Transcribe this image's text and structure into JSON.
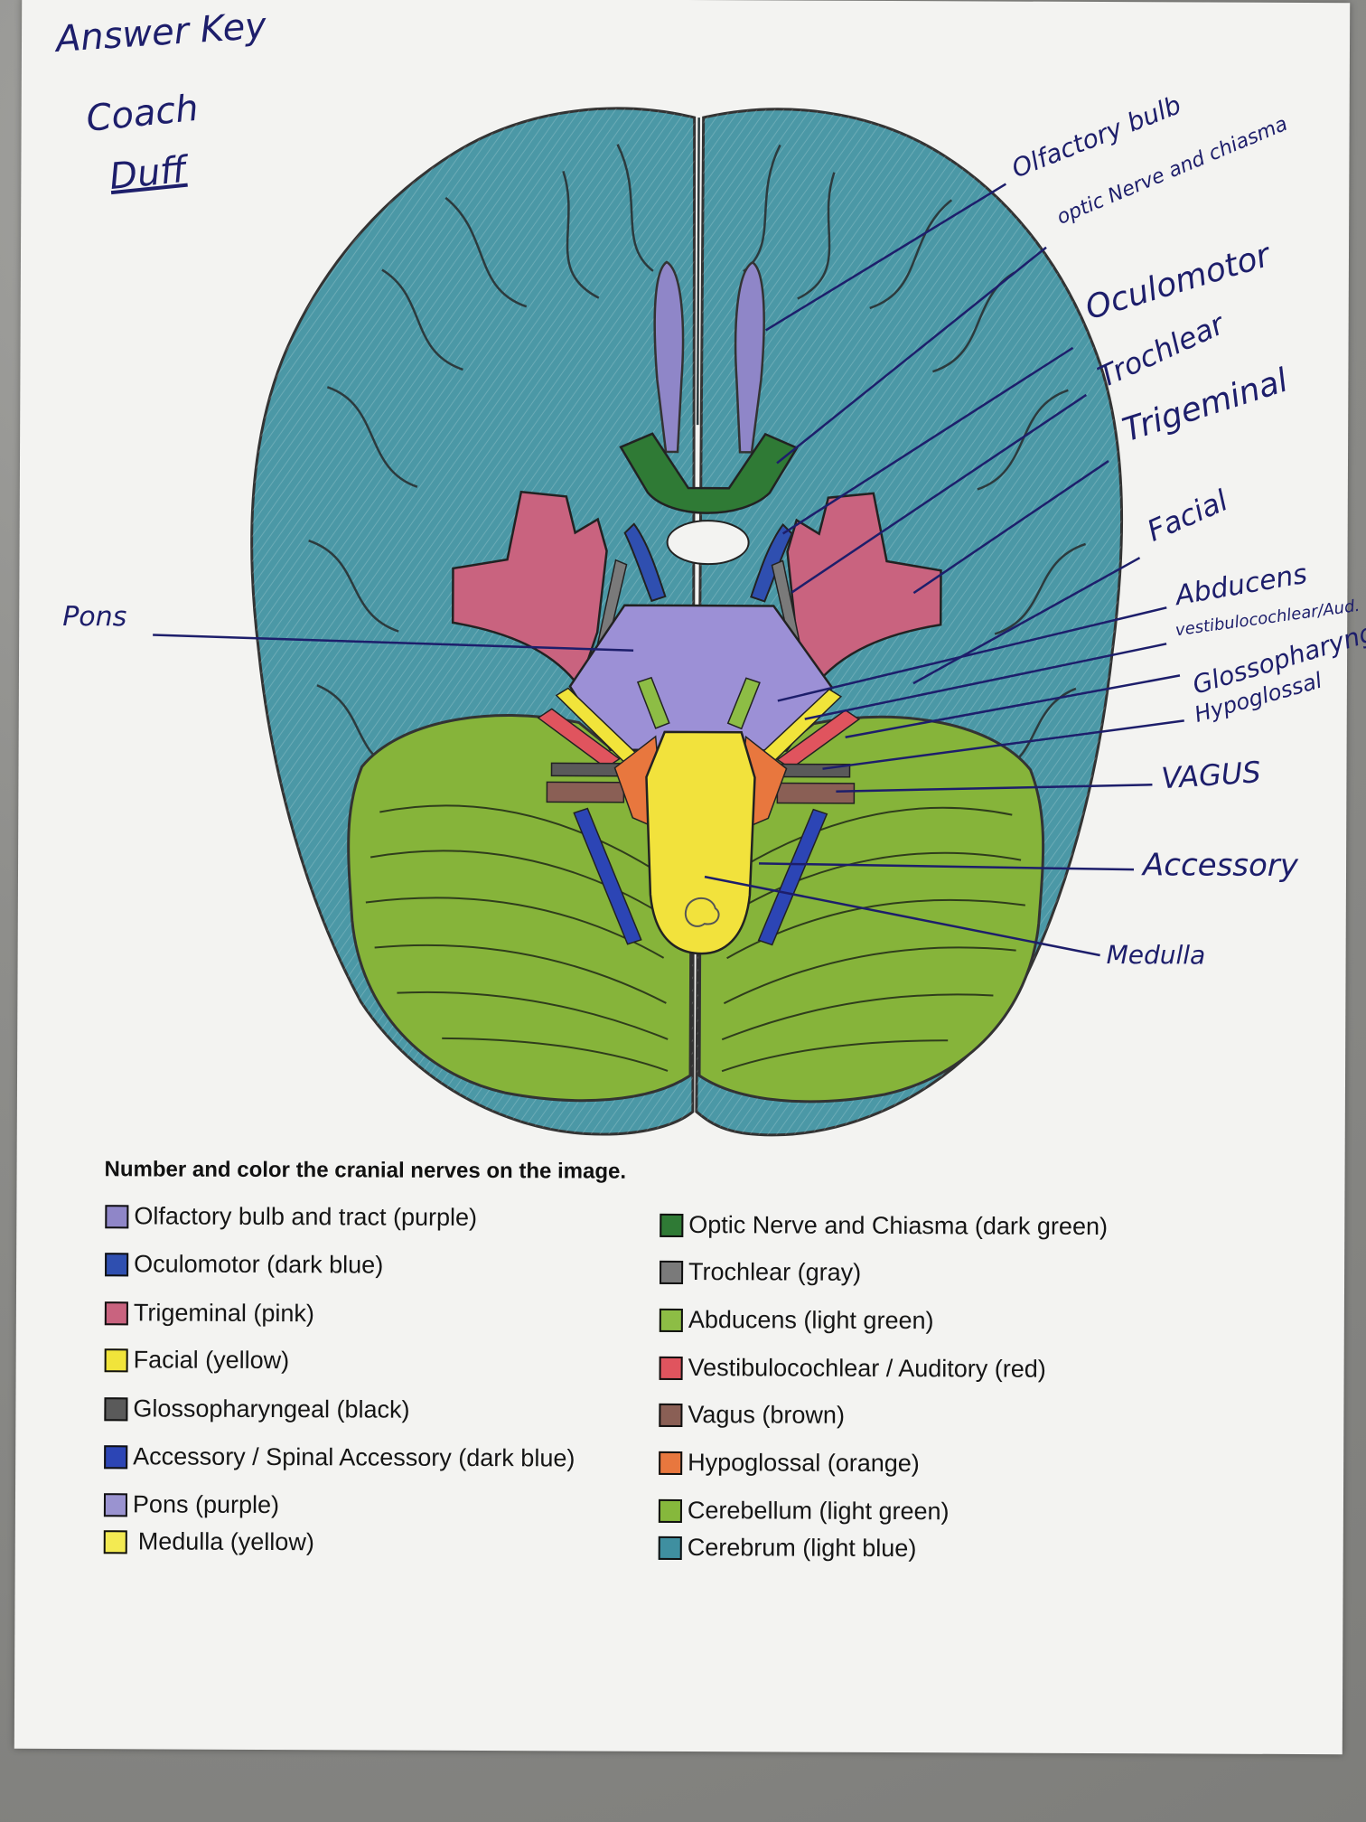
{
  "handwritten_header": {
    "line1": "Answer Key",
    "line2": "Coach",
    "line3": "Duff"
  },
  "callouts": {
    "olfactory": "Olfactory bulb",
    "optic": "optic Nerve and chiasma",
    "oculomotor": "Oculomotor",
    "trochlear": "Trochlear",
    "trigeminal": "Trigeminal",
    "facial": "Facial",
    "abducens": "Abducens",
    "vestibulocochlear": "vestibulocochlear/Aud.",
    "glossopharyngeal": "Glossopharyngeal",
    "hypoglossal": "Hypoglossal",
    "vagus": "VAGUS",
    "accessory": "Accessory",
    "medulla": "Medulla",
    "pons": "Pons"
  },
  "legend": {
    "heading": "Number and color  the cranial nerves on the image.",
    "left": [
      {
        "label": "Olfactory bulb and tract (purple)",
        "color": "#8f86c8"
      },
      {
        "label": "Oculomotor  (dark blue)",
        "color": "#2f4fb0"
      },
      {
        "label": "Trigeminal (pink)",
        "color": "#c9637f"
      },
      {
        "label": "Facial (yellow)",
        "color": "#f1e43a"
      },
      {
        "label": "Glossopharyngeal (black)",
        "color": "#5a5a5a"
      },
      {
        "label": "Accessory / Spinal Accessory (dark blue)",
        "color": "#2c45b5"
      },
      {
        "label": "Pons (purple)",
        "color": "#9a93d0"
      },
      {
        "label": "Medulla (yellow)",
        "color": "#f3ea52"
      }
    ],
    "right": [
      {
        "label": "Optic Nerve and Chiasma (dark green)",
        "color": "#2f7a35"
      },
      {
        "label": "Trochlear (gray)",
        "color": "#7a7a7a"
      },
      {
        "label": "Abducens (light green)",
        "color": "#8dbd45"
      },
      {
        "label": "Vestibulocochlear / Auditory (red)",
        "color": "#e0545e"
      },
      {
        "label": "Vagus (brown)",
        "color": "#8a5f55"
      },
      {
        "label": "Hypoglossal (orange)",
        "color": "#e8773e"
      },
      {
        "label": "Cerebellum (light green)",
        "color": "#86b83c"
      },
      {
        "label": "Cerebrum (light blue)",
        "color": "#3f8fa0"
      }
    ]
  },
  "colors": {
    "cerebrum": "#4b98a6",
    "cerebellum": "#86b43a",
    "pons": "#9c90d6",
    "medulla": "#f2e23c",
    "ink": "#1d1e6b"
  }
}
